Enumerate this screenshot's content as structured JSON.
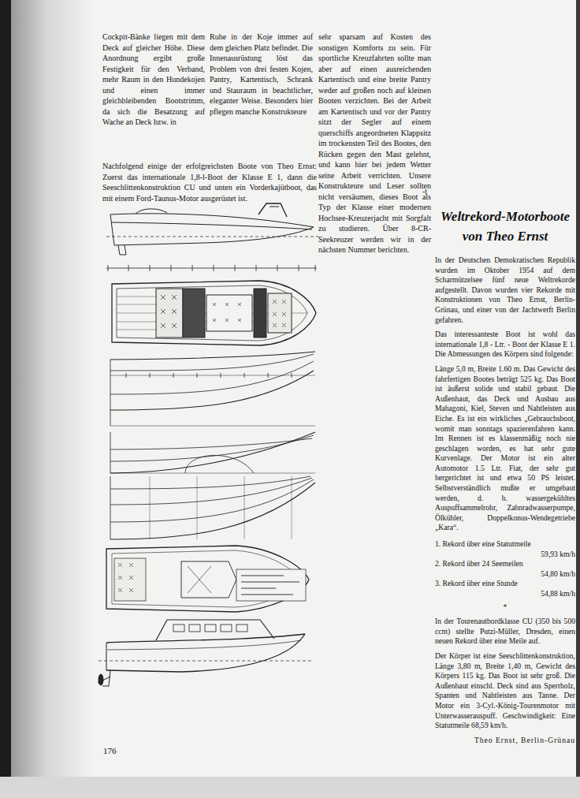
{
  "diagram": {
    "title": "Weltrekord-Motorboote von Theo Ernst",
    "caption": "Nachfolgend einige der erfolgreichsten Boote von Theo Ernst: Zuerst das internationale 1,8-l-Boot der Klasse E 1, dann die Seeschlittenkonstruktion CU und unten ein Vorderkajütboot, das mit einem Ford-Taunus-Motor ausgerüstet ist.",
    "labels": [
      "Cockpit-Bänke liegen mit dem Deck auf gleicher Höhe. Diese Anordnung ergibt große Festigkeit für den Verband, mehr Raum in den Hundekojen und einen immer gleichbleibenden Bootstrimm, da sich die Besatzung auf Wache an Deck bzw. in",
      "Ruhe in der Koje immer auf dem gleichen Platz befindet. Die Innenausrüstung löst das Problem von drei festen Kojen, Pantry, Kartentisch, Schrank und Stauraum in beachtlicher, eleganter Weise. Besonders hier pflegen manche Konstrukteure",
      "sehr sparsam auf Kosten des sonstigen Komforts zu sein. Für sportliche Kreuzfahrten sollte man aber auf einen ausreichenden Kartentisch und eine breite Pantry weder auf großen noch auf kleinen Booten verzichten. Bei der Arbeit am Kartentisch und vor der Pantry sitzt der Segler auf einem querschiffs angeordneten Klappsitz im trockensten Teil des Bootes, den Rücken gegen den Mast gelehnt, und kann hier bei jedem Wetter seine Arbeit verrichten. Unsere Konstrukteure und Leser sollten nicht versäumen, dieses Boot als Typ der Klasse einer modernen Hochsee-Kreuzerjacht mit Sorgfalt zu studieren. Über 8-CR-Seekreuzer werden wir in der nächsten Nummer berichten.",
      "-t",
      "In der Deutschen Demokratischen Republik wurden im Oktober 1954 auf dem Scharmützelsee fünf neue Weltrekorde aufgestellt. Davon wurden vier Rekorde mit Konstruktionen von Theo Ernst, Berlin-Grünau, und einer von der Jachtwerft Berlin gefahren.",
      "Das interessanteste Boot ist wohl das internationale 1,8 - Ltr. - Boot der Klasse E 1. Die Abmessungen des Körpers sind folgende:",
      "Länge 5,0 m, Breite 1.60 m. Das Gewicht des fahrfertigen Bootes beträgt 525 kg. Das Boot ist äußerst solide und stabil gebaut. Die Außenhaut, das Deck und Ausbau aus Mahagoni, Kiel, Steven und Nahtleisten aus Eiche. Es ist ein wirkliches „Gebrauchsboot, womit man sonntags spazierenfahren kann. Im Rennen ist es klassenmäßig noch nie geschlagen worden, es hat sehr gute Kurvenlage. Der Motor ist ein alter Automotor 1.5 Ltr. Fiat, der sehr gut hergerichtet ist und etwa 50 PS leistet. Selbstverständlich mußte er umgebaut werden, d. h. wassergekühltes Auspuffsammelrohr, Zahnradwasserpumpe, Ölkühler, Doppelkonus-Wendegetriebe „Kara“.",
      "1. Rekord über eine Statutmeile",
      "59,93 km/h",
      "2. Rekord über 24 Seemeilen",
      "54,80 km/h",
      "3. Rekord über eine Stunde",
      "54,88 km/h",
      "*",
      "In der Tourenautbordklasse CU (350 bis 500 ccm) stellte Putzi-Müller, Dresden, einen neuen Rekord über eine Meile auf.",
      "Der Körper ist eine Seeschlittenkonstruktion, Länge 3,80 m, Breite 1,40 m, Gewicht des Körpers 115 kg. Das Boot ist sehr groß. Die Außenhaut einschl. Deck sind aus Sperrholz, Spanten und Nahtleisten aus Tanne. Der Motor ein 3-Cyl.-König-Tourenmotor mit Unterwasserauspuff. Geschwindigkeit: Eine Statutmeile 68,59 km/h.",
      "Theo Ernst, Berlin-Grünau",
      "176"
    ]
  }
}
